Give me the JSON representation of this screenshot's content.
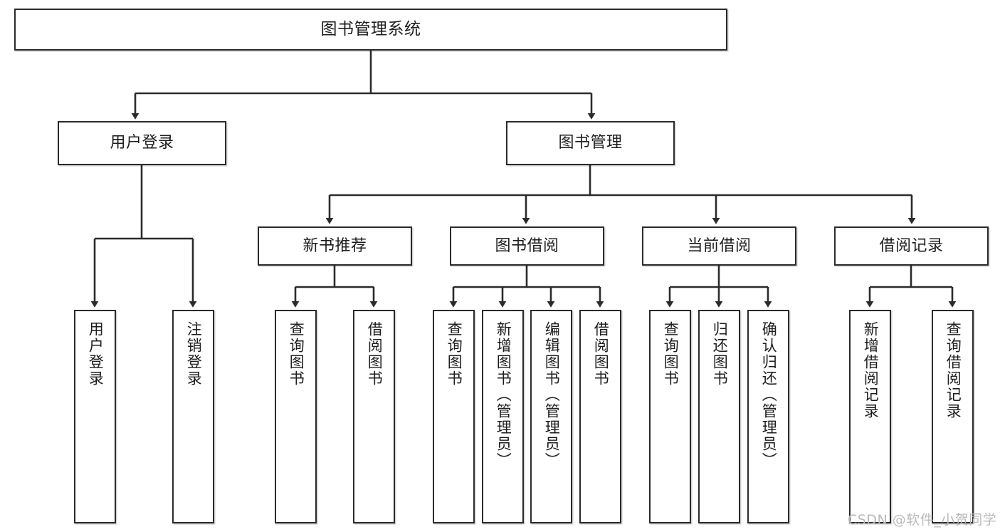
{
  "diagram": {
    "title": "图书管理系统",
    "type": "tree-hierarchy-diagram",
    "colors": {
      "box_border": "#2b2b2b",
      "box_fill": "#ffffff",
      "edge": "#2b2b2b",
      "text": "#1d1d1d",
      "watermark": "#b9b9b9",
      "background": "#ffffff"
    }
  },
  "root": {
    "label": "图书管理系统"
  },
  "level2": [
    {
      "label": "用户登录"
    },
    {
      "label": "图书管理"
    }
  ],
  "level3": [
    {
      "label": "新书推荐"
    },
    {
      "label": "图书借阅"
    },
    {
      "label": "当前借阅"
    },
    {
      "label": "借阅记录"
    }
  ],
  "leaves": {
    "user_login": [
      {
        "label": "用户登录"
      },
      {
        "label": "注销登录"
      }
    ],
    "new_book": [
      {
        "label": "查询图书"
      },
      {
        "label": "借阅图书"
      }
    ],
    "book_borrow": [
      {
        "label": "查询图书"
      },
      {
        "label": "新增图书（管理员）"
      },
      {
        "label": "编辑图书（管理员）"
      },
      {
        "label": "借阅图书"
      }
    ],
    "current_borrow": [
      {
        "label": "查询图书"
      },
      {
        "label": "归还图书"
      },
      {
        "label": "确认归还（管理员）"
      }
    ],
    "borrow_record": [
      {
        "label": "新增借阅记录"
      },
      {
        "label": "查询借阅记录"
      }
    ]
  },
  "watermark": {
    "text": "CSDN @软件_小贺同学"
  }
}
